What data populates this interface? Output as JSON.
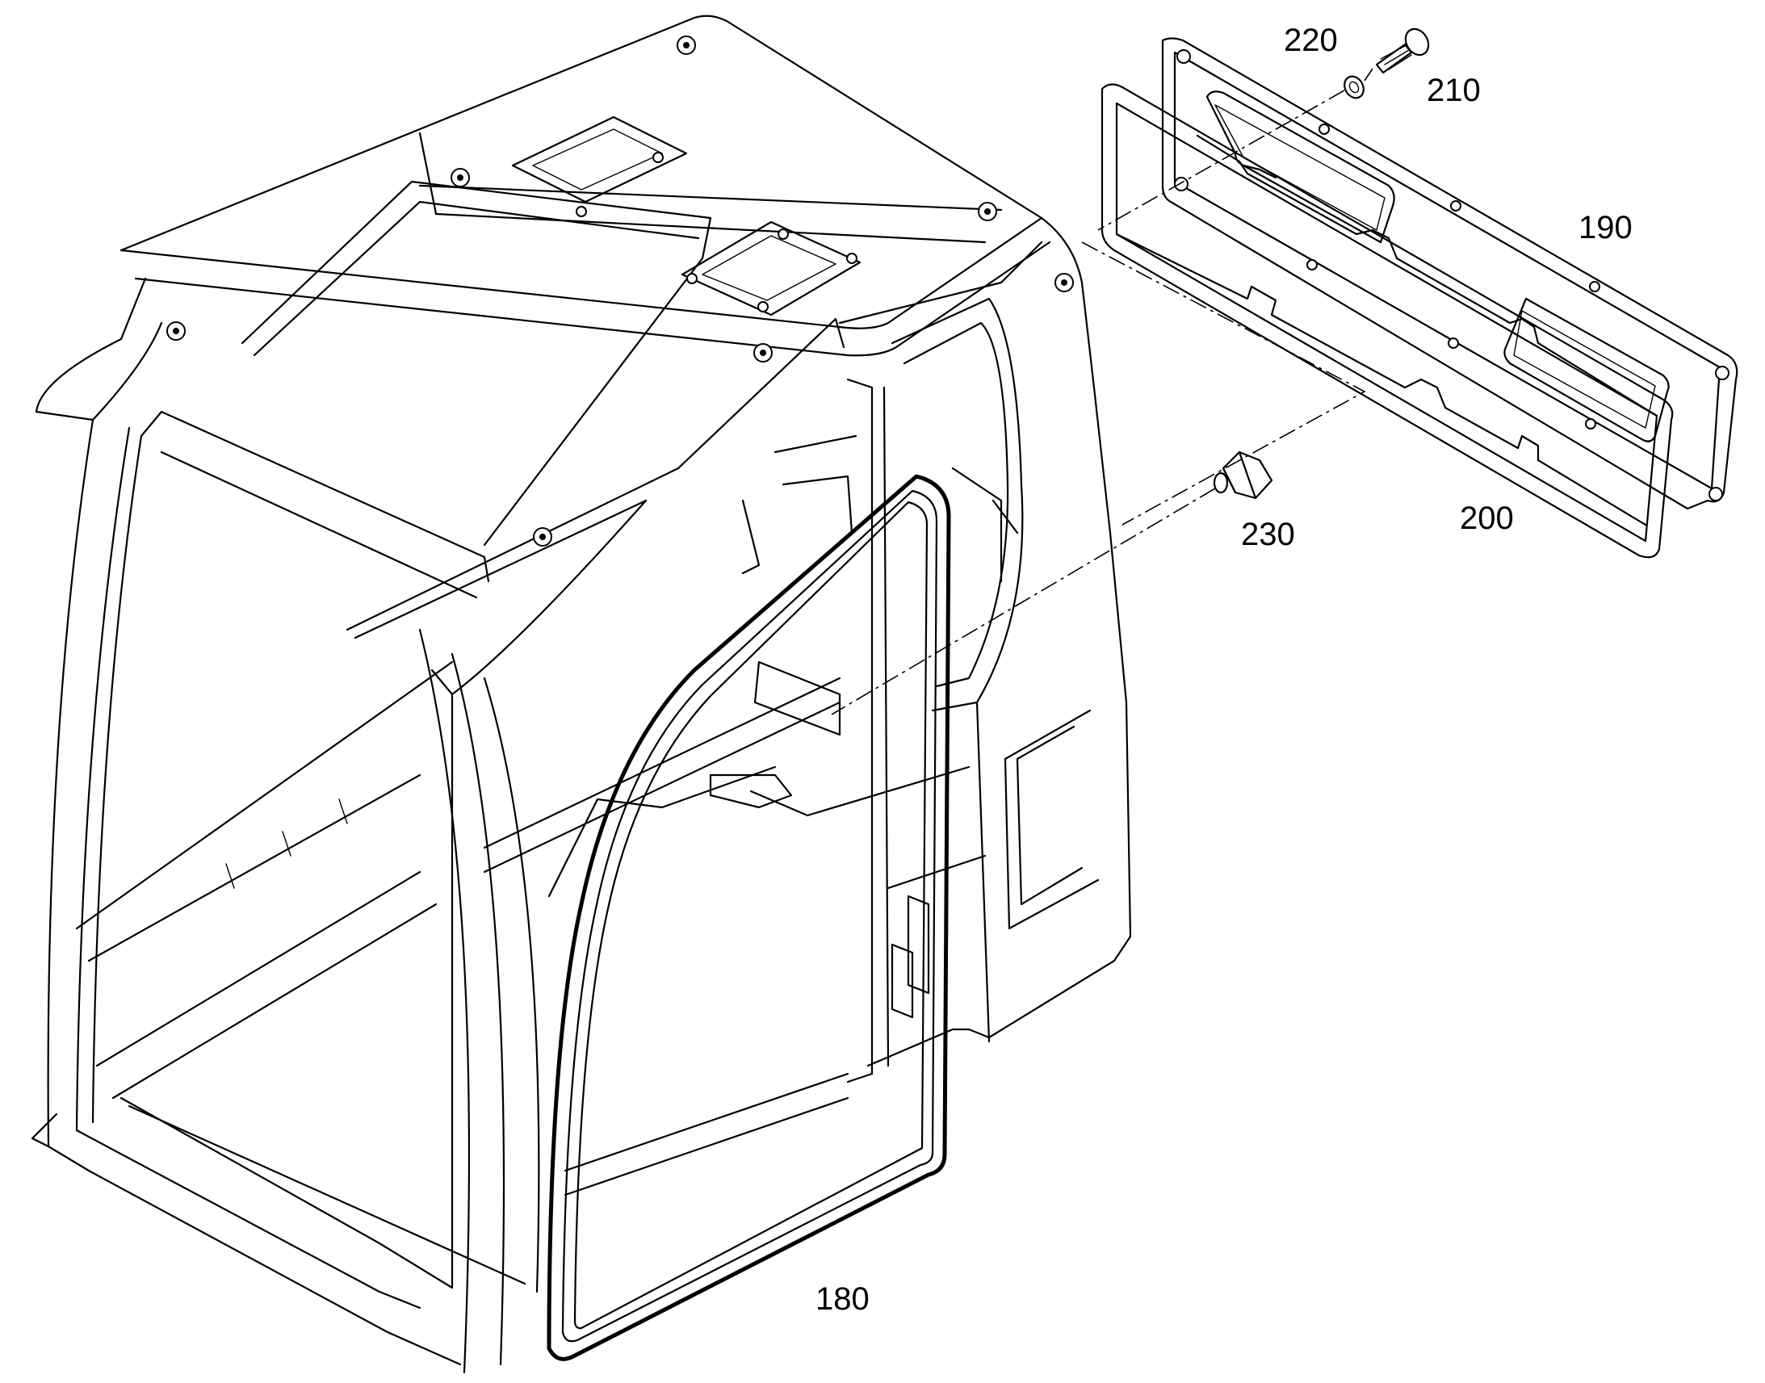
{
  "callouts": {
    "c180": "180",
    "c190": "190",
    "c200": "200",
    "c210": "210",
    "c220": "220",
    "c230": "230"
  }
}
